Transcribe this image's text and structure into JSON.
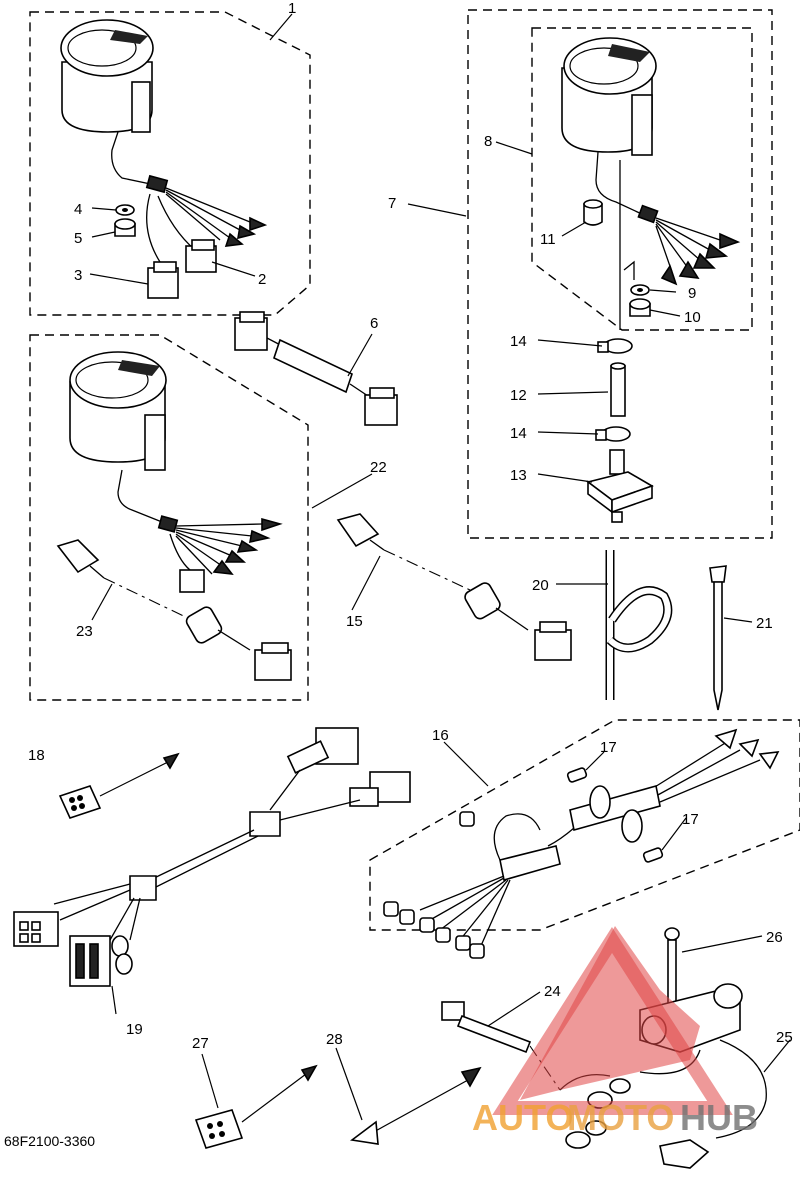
{
  "diagram_code": "68F2100-3360",
  "watermark": {
    "part1": "AUTO",
    "part2": "MOTO",
    "part3": "HUB",
    "color_auto": "#f0a030",
    "color_moto": "#e8a040",
    "color_hub": "#707070"
  },
  "callouts": {
    "c1": "1",
    "c2": "2",
    "c3": "3",
    "c4": "4",
    "c5": "5",
    "c6": "6",
    "c7": "7",
    "c8": "8",
    "c9": "9",
    "c10": "10",
    "c11": "11",
    "c12": "12",
    "c13": "13",
    "c14a": "14",
    "c14b": "14",
    "c15": "15",
    "c16": "16",
    "c17a": "17",
    "c17b": "17",
    "c18": "18",
    "c19": "19",
    "c20": "20",
    "c21": "21",
    "c22": "22",
    "c23": "23",
    "c24": "24",
    "c25": "25",
    "c26": "26",
    "c27": "27",
    "c28": "28"
  }
}
